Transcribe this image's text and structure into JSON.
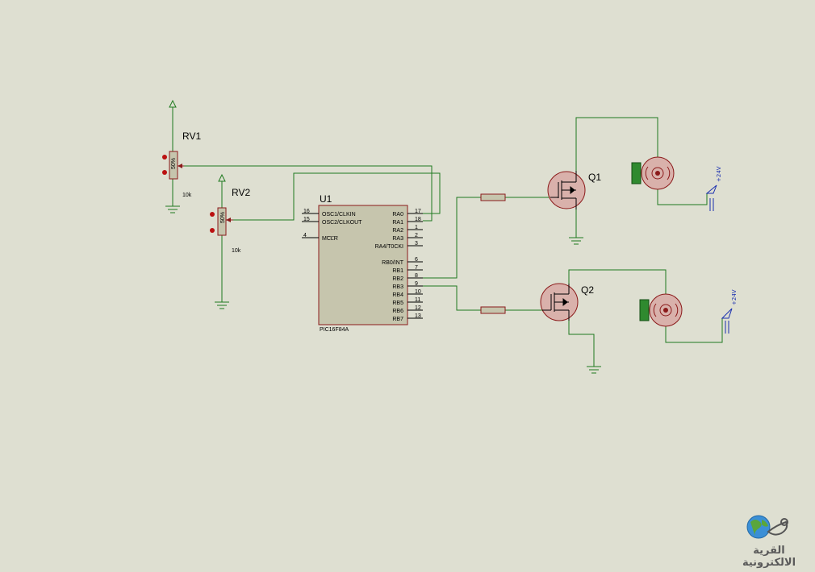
{
  "components": {
    "rv1": {
      "ref": "RV1",
      "value": "10k"
    },
    "rv2": {
      "ref": "RV2",
      "value": "10k"
    },
    "u1": {
      "ref": "U1",
      "part": "PIC16F84A",
      "left_pins": [
        {
          "num": "16",
          "name": "OSC1/CLKIN"
        },
        {
          "num": "15",
          "name": "OSC2/CLKOUT"
        },
        {
          "num": "4",
          "name": "MCLR"
        }
      ],
      "right_pins": [
        {
          "num": "17",
          "name": "RA0"
        },
        {
          "num": "18",
          "name": "RA1"
        },
        {
          "num": "1",
          "name": "RA2"
        },
        {
          "num": "2",
          "name": "RA3"
        },
        {
          "num": "3",
          "name": "RA4/T0CKI"
        },
        {
          "num": "6",
          "name": "RB0/INT"
        },
        {
          "num": "7",
          "name": "RB1"
        },
        {
          "num": "8",
          "name": "RB2"
        },
        {
          "num": "9",
          "name": "RB3"
        },
        {
          "num": "10",
          "name": "RB4"
        },
        {
          "num": "11",
          "name": "RB5"
        },
        {
          "num": "12",
          "name": "RB6"
        },
        {
          "num": "13",
          "name": "RB7"
        }
      ]
    },
    "q1": {
      "ref": "Q1"
    },
    "q2": {
      "ref": "Q2"
    },
    "supply1": {
      "label": "+24V"
    },
    "supply2": {
      "label": "+24V"
    }
  },
  "logo": {
    "text": "القرية الالكترونية"
  },
  "colors": {
    "background": "#dedfd1",
    "wire": "#1f7a1f",
    "component": "#8b1a1a",
    "ic_body": "#c6c5ad",
    "motor_badge": "#2f8a2f",
    "power_label": "#1a2fb0"
  }
}
